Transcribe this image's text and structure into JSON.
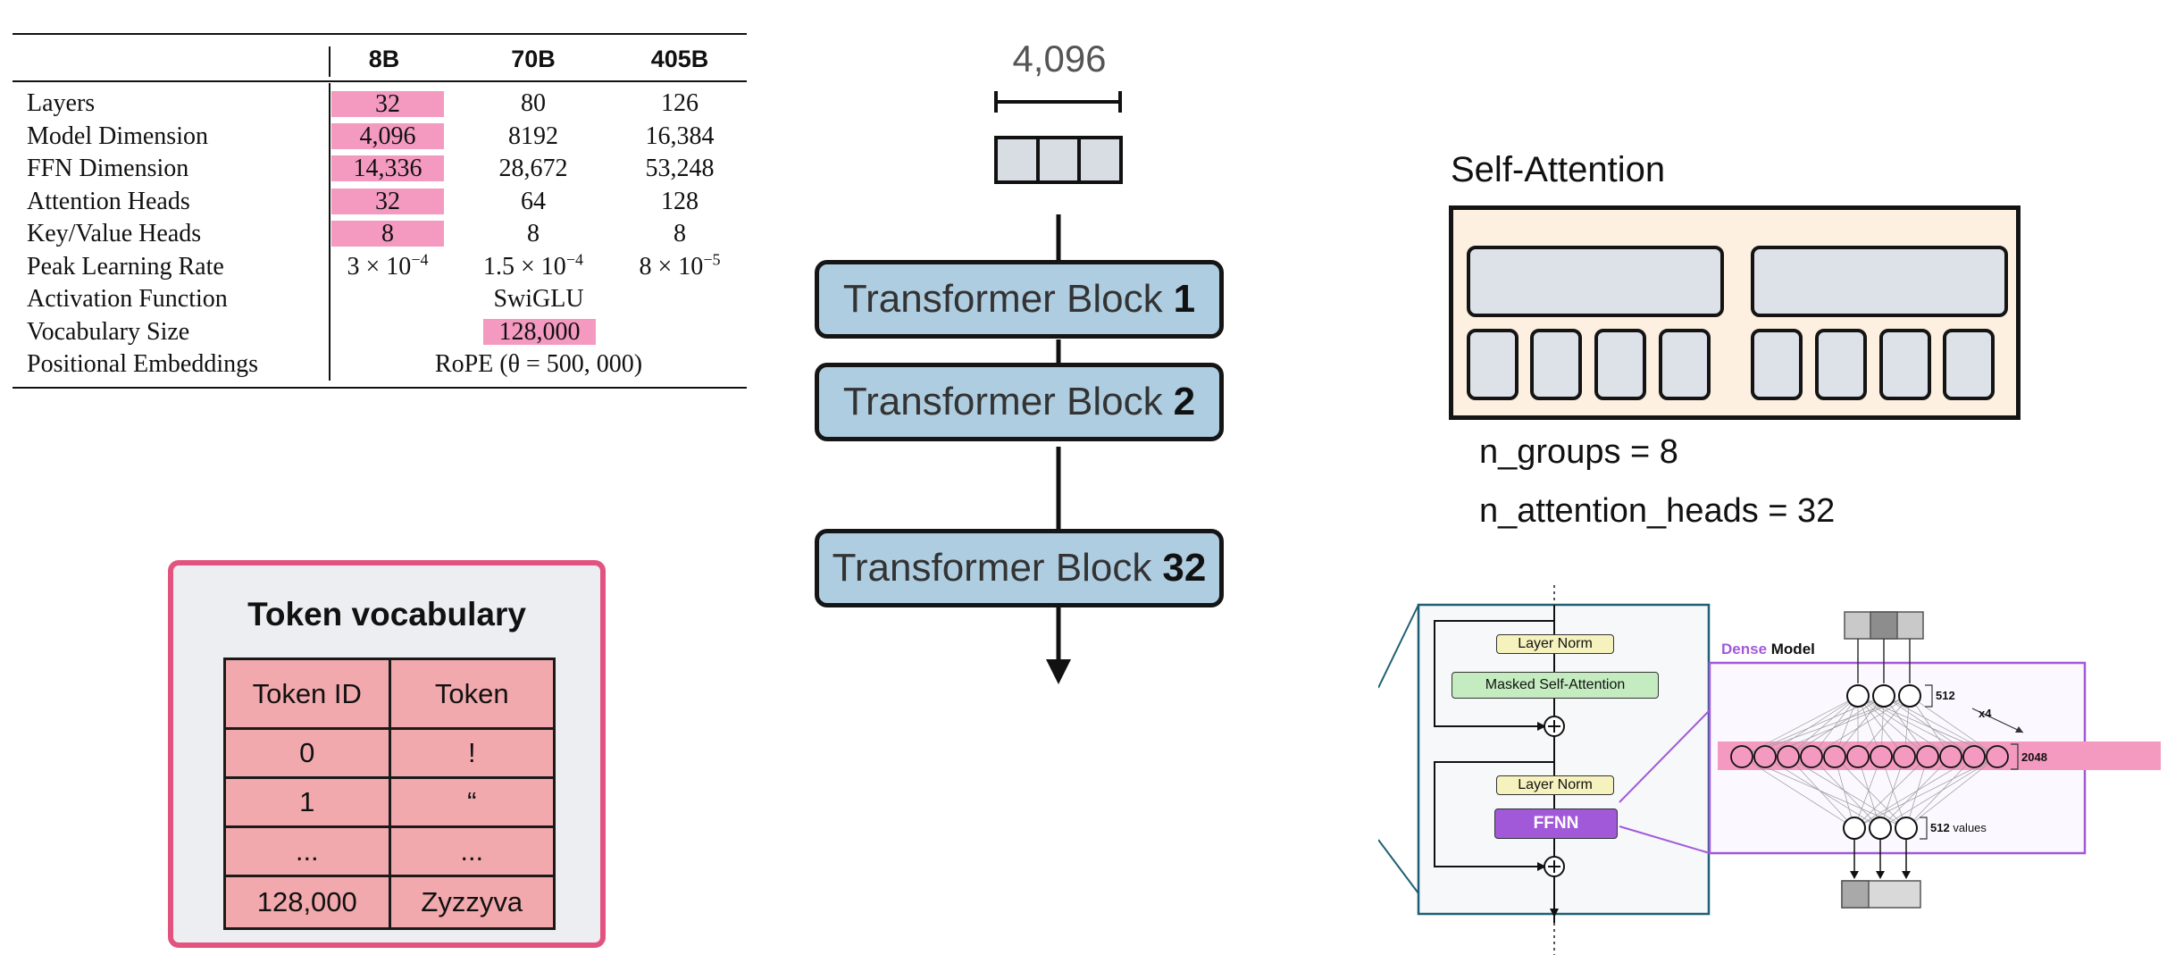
{
  "spec_table": {
    "columns": [
      "8B",
      "70B",
      "405B"
    ],
    "rows": [
      {
        "label": "Layers",
        "values": [
          "32",
          "80",
          "126"
        ]
      },
      {
        "label": "Model Dimension",
        "values": [
          "4,096",
          "8192",
          "16,384"
        ]
      },
      {
        "label": "FFN Dimension",
        "values": [
          "14,336",
          "28,672",
          "53,248"
        ]
      },
      {
        "label": "Attention Heads",
        "values": [
          "32",
          "64",
          "128"
        ]
      },
      {
        "label": "Key/Value Heads",
        "values": [
          "8",
          "8",
          "8"
        ]
      },
      {
        "label": "Peak Learning Rate",
        "values": [
          "3 × 10",
          "1.5 × 10",
          "8 × 10"
        ],
        "exponents": [
          "−4",
          "−4",
          "−5"
        ]
      },
      {
        "label": "Activation Function",
        "merged": "SwiGLU"
      },
      {
        "label": "Vocabulary Size",
        "merged": "128,000"
      },
      {
        "label": "Positional Embeddings",
        "merged": "RoPE (θ = 500, 000)"
      }
    ],
    "highlight_color": "#f49ac1"
  },
  "embedding": {
    "dimension_label": "4,096"
  },
  "transformer_blocks": [
    {
      "prefix": "Transformer Block",
      "number": "1"
    },
    {
      "prefix": "Transformer Block",
      "number": "2"
    },
    {
      "prefix": "Transformer Block",
      "number": "32"
    }
  ],
  "token_vocabulary": {
    "title": "Token vocabulary",
    "header": [
      "Token ID",
      "Token"
    ],
    "rows": [
      [
        "0",
        "!"
      ],
      [
        "1",
        "“"
      ],
      [
        "...",
        "..."
      ],
      [
        "128,000",
        "Zyzzyva"
      ]
    ]
  },
  "self_attention": {
    "title": "Self-Attention",
    "n_groups": "n_groups = 8",
    "n_heads": "n_attention_heads = 32"
  },
  "dense_model": {
    "title_accent": "Dense",
    "title_rest": "Model",
    "layer_norm_1": "Layer Norm",
    "masked_attention": "Masked Self-Attention",
    "layer_norm_2": "Layer Norm",
    "ffnn": "FFNN",
    "in_dim": "512",
    "multiplier": "x4",
    "hidden_dim": "2048",
    "out_dim": "512",
    "out_suffix": "values",
    "accent_color": "#a259d9",
    "hidden_band_color": "#f49ac1"
  }
}
